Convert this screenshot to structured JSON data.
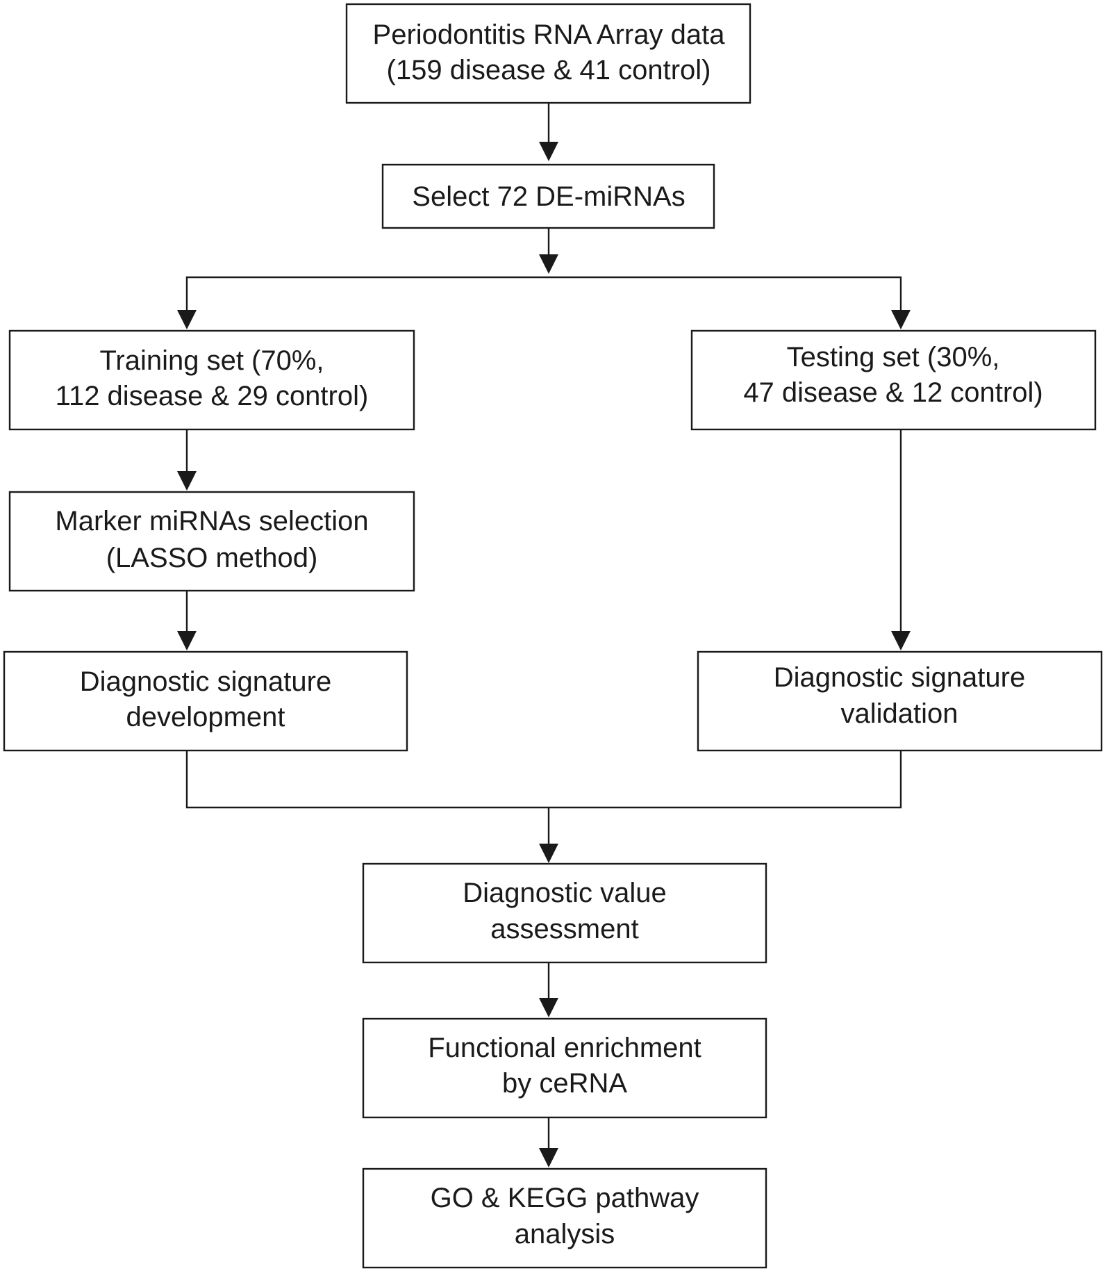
{
  "boxes": {
    "source": {
      "line1": "Periodontitis RNA Array data",
      "line2": "(159 disease & 41 control)"
    },
    "select": {
      "line1": "Select 72 DE-miRNAs"
    },
    "training": {
      "line1": "Training set (70%,",
      "line2": "112 disease & 29 control)"
    },
    "testing": {
      "line1": "Testing set (30%,",
      "line2": "47 disease & 12 control)"
    },
    "marker": {
      "line1": "Marker miRNAs selection",
      "line2": "(LASSO method)"
    },
    "development": {
      "line1": "Diagnostic signature",
      "line2": "development"
    },
    "validation": {
      "line1": "Diagnostic signature",
      "line2": "validation"
    },
    "assessment": {
      "line1": "Diagnostic value",
      "line2": "assessment"
    },
    "enrichment": {
      "line1": "Functional enrichment",
      "line2": "by ceRNA"
    },
    "pathway": {
      "line1": "GO & KEGG pathway",
      "line2": "analysis"
    }
  },
  "colors": {
    "stroke": "#1a1a1a",
    "background": "#ffffff"
  }
}
